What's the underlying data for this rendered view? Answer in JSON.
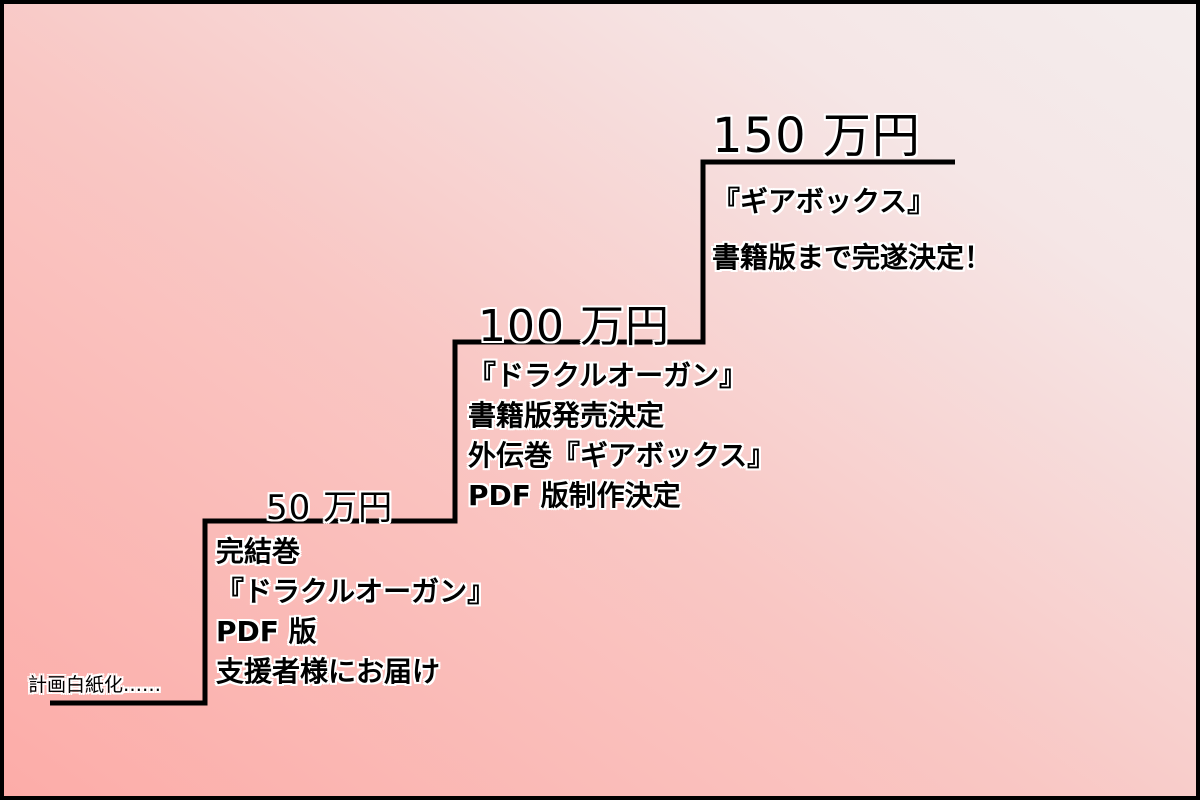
{
  "steps": [
    {
      "label": "計画白紙化……",
      "amount": null,
      "lines": []
    },
    {
      "amount": "50 万円",
      "lines": [
        "完結巻",
        "『ドラクルオーガン』",
        "PDF 版",
        "支援者様にお届け"
      ]
    },
    {
      "amount": "100 万円",
      "lines": [
        "『ドラクルオーガン』",
        "書籍版発売決定",
        "外伝巻『ギアボックス』",
        "PDF 版制作決定"
      ]
    },
    {
      "amount": "150 万円",
      "lines": [
        "『ギアボックス』",
        "書籍版まで完遂決定！"
      ]
    }
  ],
  "colors": {
    "line": "#000000",
    "gradient_start": "#fcaca8",
    "gradient_end": "#f4eded"
  }
}
